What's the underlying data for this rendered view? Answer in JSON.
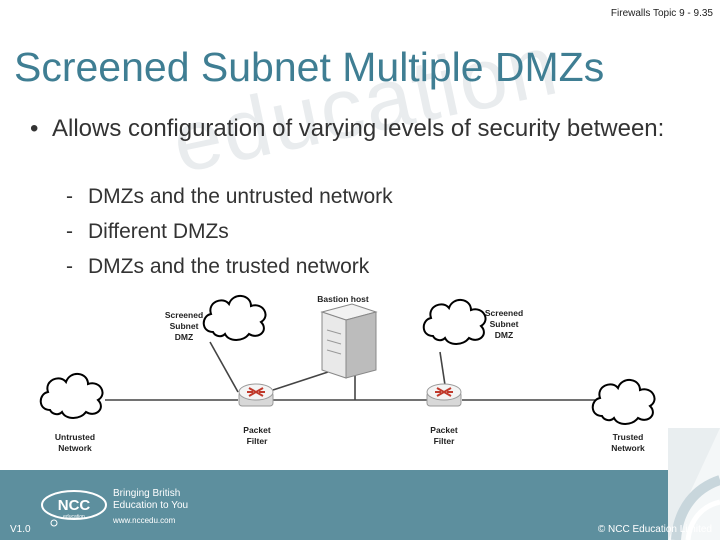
{
  "header": {
    "topic": "Firewalls Topic 9 - 9.35"
  },
  "slide": {
    "title": "Screened Subnet Multiple DMZs",
    "watermark": "education",
    "bullet": "Allows configuration of varying levels of security between:",
    "subbullets": [
      "DMZs and the untrusted network",
      "Different DMZs",
      "DMZs and the trusted network"
    ]
  },
  "diagram": {
    "bastion_label": "Bastion host",
    "dmz_left_label": [
      "Screened",
      "Subnet",
      "DMZ"
    ],
    "dmz_right_label": [
      "Screened",
      "Subnet",
      "DMZ"
    ],
    "untrusted_label": [
      "Untrusted",
      "Network"
    ],
    "trusted_label": [
      "Trusted",
      "Network"
    ],
    "filter_left_label": [
      "Packet",
      "Filter"
    ],
    "filter_right_label": [
      "Packet",
      "Filter"
    ]
  },
  "footer": {
    "version": "V1.0",
    "copyright": "© NCC Education Limited",
    "logo_text": "NCC",
    "logo_sub": "education",
    "tagline_line1": "Bringing British",
    "tagline_line2": "Education to You",
    "website": "www.nccedu.com"
  },
  "colors": {
    "title": "#3f7e93",
    "footer": "#5d8f9e",
    "router_arrow": "#c0392b"
  }
}
